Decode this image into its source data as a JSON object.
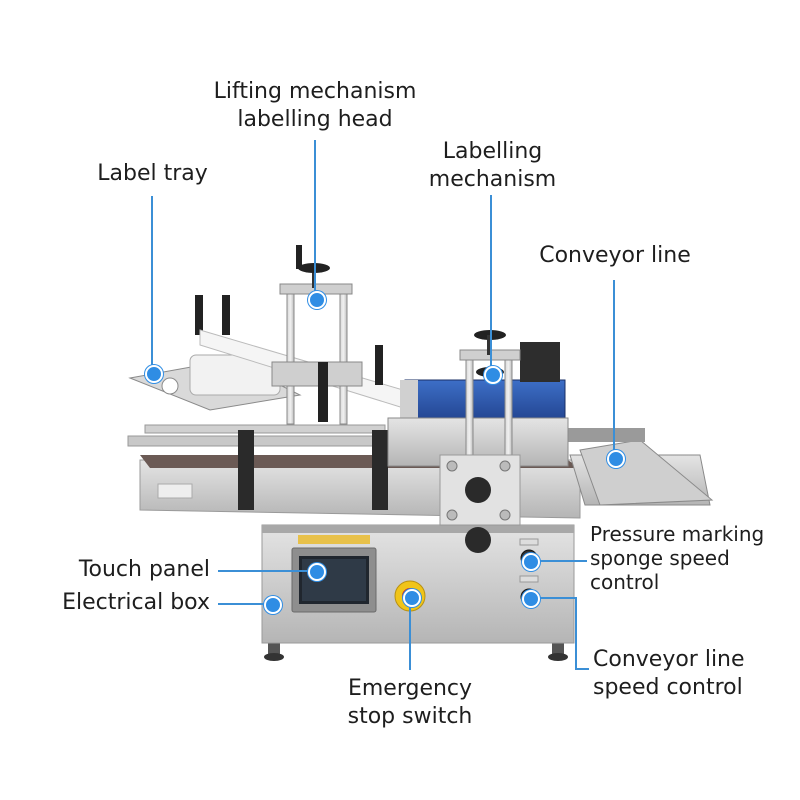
{
  "callouts": {
    "lifting_head": "Lifting mechanism\nlabelling head",
    "label_tray": "Label tray",
    "labelling_mechanism": "Labelling\nmechanism",
    "conveyor_line": "Conveyor line",
    "pressure_marking": "Pressure marking\nsponge speed\ncontrol",
    "touch_panel": "Touch panel",
    "electrical_box": "Electrical box",
    "emergency_stop": "Emergency\nstop switch",
    "conveyor_speed": "Conveyor line\nspeed control"
  },
  "colors": {
    "accent": "#2f8de4",
    "steel": "#c9c9c9",
    "dark_steel": "#3a3a3a",
    "emergency_yellow": "#f0c419",
    "emergency_red": "#d8261c"
  }
}
